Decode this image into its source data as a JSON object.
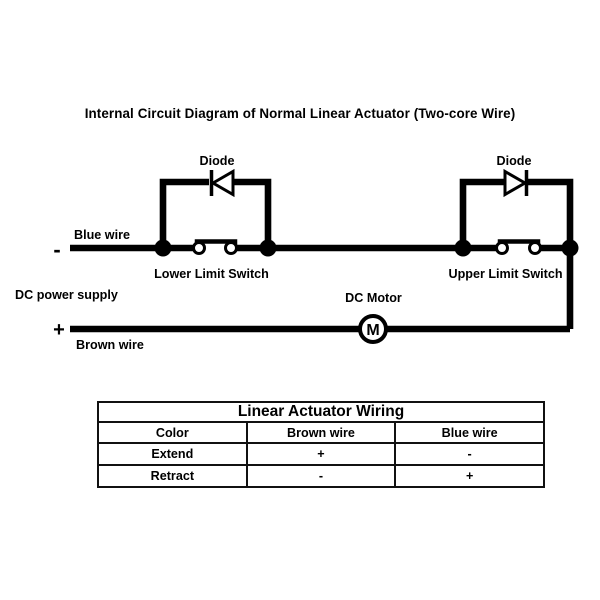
{
  "title": "Internal Circuit Diagram of Normal Linear Actuator (Two-core Wire)",
  "diagram": {
    "labels": {
      "diode_left": "Diode",
      "diode_right": "Diode",
      "blue_wire": "Blue wire",
      "minus": "-",
      "lower_switch": "Lower Limit Switch",
      "upper_switch": "Upper Limit Switch",
      "power_supply": "DC power supply",
      "dc_motor": "DC Motor",
      "motor_letter": "M",
      "plus": "+",
      "brown_wire": "Brown wire"
    },
    "colors": {
      "wire": "#000000",
      "background": "#ffffff"
    }
  },
  "table": {
    "title": "Linear Actuator Wiring",
    "headers": [
      "Color",
      "Brown wire",
      "Blue wire"
    ],
    "rows": [
      [
        "Extend",
        "+",
        "-"
      ],
      [
        "Retract",
        "-",
        "+"
      ]
    ]
  }
}
